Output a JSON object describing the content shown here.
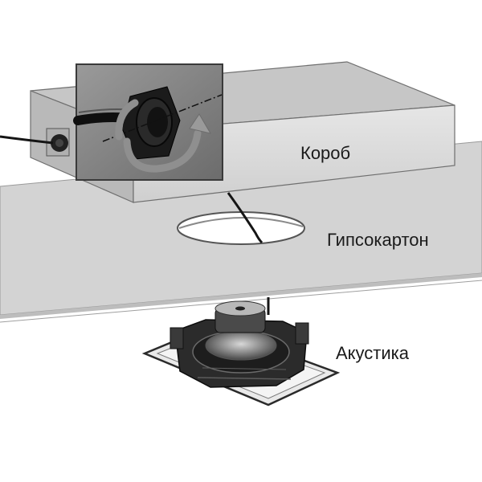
{
  "labels": {
    "box": "Короб",
    "drywall": "Гипсокартон",
    "speaker": "Акустика"
  },
  "colors": {
    "box_top": "#c4c4c4",
    "box_front": "#dcdcdc",
    "drywall": "#d2d2d2",
    "cable": "#151515",
    "speaker_dark": "#2b2b2b"
  },
  "icons": {
    "inset": "cable-gland-rotation-detail",
    "arrow": "rotate-arrow-icon"
  }
}
